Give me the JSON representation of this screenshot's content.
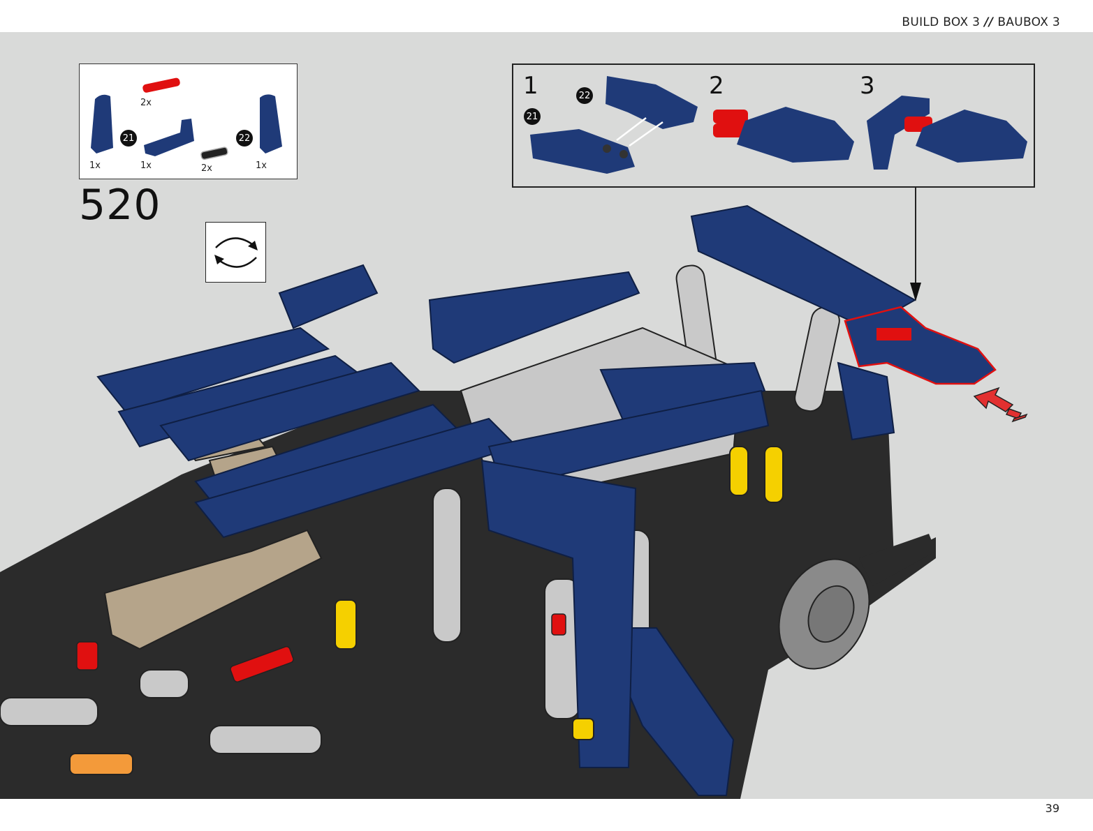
{
  "header": {
    "title_left": "BUILD BOX 3",
    "separator": "//",
    "title_right": "BAUBOX 3"
  },
  "step": {
    "number": "520",
    "rotate_icon": "rotate-model-icon"
  },
  "parts_list": [
    {
      "name": "blue-panel-left",
      "qty": "1x",
      "callout": "21",
      "color": "#1f3a78"
    },
    {
      "name": "red-axle-pin",
      "qty": "2x",
      "color": "#e01010"
    },
    {
      "name": "blue-liftarm-bent",
      "qty": "1x",
      "color": "#1f3a78"
    },
    {
      "name": "black-pin",
      "qty": "2x",
      "color": "#222222"
    },
    {
      "name": "blue-panel-right",
      "qty": "1x",
      "callout": "22",
      "color": "#1f3a78"
    }
  ],
  "sub_steps": [
    {
      "label": "1",
      "callouts": [
        "22",
        "21"
      ]
    },
    {
      "label": "2"
    },
    {
      "label": "3"
    }
  ],
  "colors": {
    "background": "#d9dad9",
    "brick_blue": "#1f3a78",
    "highlight_red": "#e01010",
    "dark_gray": "#2b2b2b",
    "light_gray": "#c8c8c8",
    "yellow": "#f5d000",
    "tan": "#b5a48a"
  },
  "footer": {
    "page_number": "39"
  }
}
